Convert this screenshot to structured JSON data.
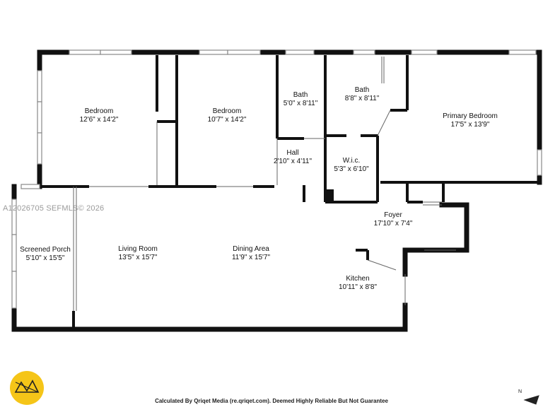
{
  "rooms": [
    {
      "id": "bedroom-1",
      "name": "Bedroom",
      "dims": "12'6\" x 14'2\""
    },
    {
      "id": "bedroom-2",
      "name": "Bedroom",
      "dims": "10'7\" x 14'2\""
    },
    {
      "id": "bath-1",
      "name": "Bath",
      "dims": "5'0\" x 8'11\""
    },
    {
      "id": "bath-2",
      "name": "Bath",
      "dims": "8'8\" x 8'11\""
    },
    {
      "id": "primary-bedroom",
      "name": "Primary Bedroom",
      "dims": "17'5\" x 13'9\""
    },
    {
      "id": "hall",
      "name": "Hall",
      "dims": "2'10\" x 4'11\""
    },
    {
      "id": "wic",
      "name": "W.i.c.",
      "dims": "5'3\" x 6'10\""
    },
    {
      "id": "foyer",
      "name": "Foyer",
      "dims": "17'10\" x 7'4\""
    },
    {
      "id": "screened-porch",
      "name": "Screened Porch",
      "dims": "5'10\" x 15'5\""
    },
    {
      "id": "living-room",
      "name": "Living Room",
      "dims": "13'5\" x 15'7\""
    },
    {
      "id": "dining-area",
      "name": "Dining Area",
      "dims": "11'9\" x 15'7\""
    },
    {
      "id": "kitchen",
      "name": "Kitchen",
      "dims": "10'11\" x 8'8\""
    }
  ],
  "watermark": "A12026705  SEFMLS© 2026",
  "footer": "Calculated By Qriqet Media (re.qriqet.com). Deemed Highly Reliable But Not Guarantee",
  "north_label": "N",
  "colors": {
    "wall": "#111111",
    "logo": "#f5c518",
    "window": "#9a9a9a",
    "text": "#111111"
  }
}
